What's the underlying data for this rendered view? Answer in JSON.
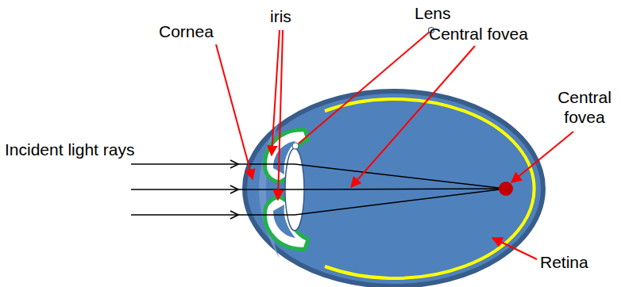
{
  "diagram": {
    "labels": [
      "Incident light rays",
      "Cornea",
      "iris",
      "Lens",
      "Central fovea",
      "Central fovea",
      "Retina"
    ]
  }
}
